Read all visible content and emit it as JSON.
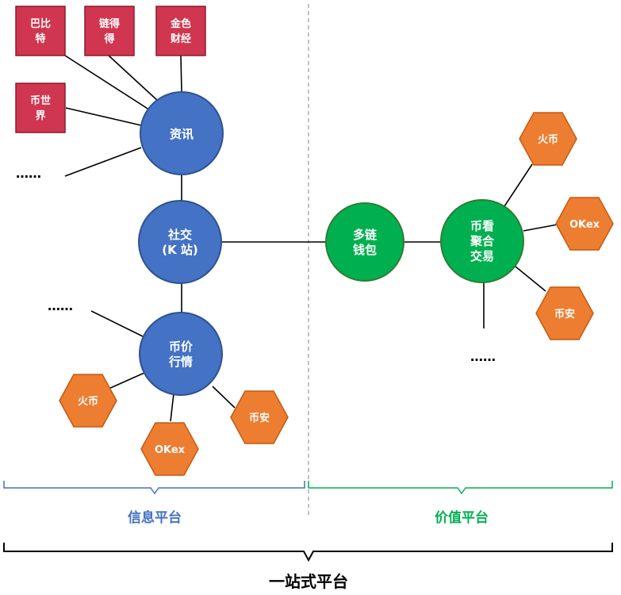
{
  "colors": {
    "info_node": "#4472C4",
    "info_node_stroke": "#2F528F",
    "value_node": "#00B050",
    "value_node_stroke": "#2E7D32",
    "exchange_hex": "#ED7D31",
    "exchange_hex_stroke": "#C55A11",
    "media_box": "#D0364F",
    "media_box_stroke": "#8B1A2E",
    "info_brace": "#4472C4",
    "value_brace": "#00B050",
    "divider": "#999999"
  },
  "media": {
    "babite": [
      "巴比",
      "特"
    ],
    "liande": [
      "链得",
      "得"
    ],
    "jinse": [
      "金色",
      "财经"
    ],
    "bishijie": [
      "币世",
      "界"
    ]
  },
  "nodes": {
    "news": [
      "资讯"
    ],
    "social": [
      "社交",
      "(K 站)"
    ],
    "market": [
      "币价",
      "行情"
    ],
    "wallet": [
      "多链",
      "钱包"
    ],
    "aggregator": [
      "币看",
      "聚合",
      "交易"
    ]
  },
  "exchanges": {
    "market_huobi": "火币",
    "market_okex": "OKex",
    "market_binance": "币安",
    "agg_huobi": "火币",
    "agg_okex": "OKex",
    "agg_binance": "币安"
  },
  "ellipsis": {
    "news_more": "……",
    "market_more": "……",
    "agg_more": "……"
  },
  "platforms": {
    "info": "信息平台",
    "value": "价值平台",
    "overall": "一站式平台"
  }
}
